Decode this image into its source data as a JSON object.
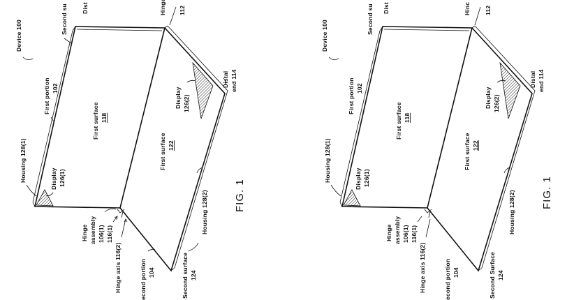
{
  "labels": {
    "device": "Device 100",
    "second_surface_top": "Second su",
    "distal_top": "Dist",
    "hinge_top": "Hinge",
    "hinge_num_top": "112",
    "first_portion": "First portion",
    "first_portion_num": "102",
    "first_surface_118": "First surface",
    "num_118": "118",
    "display_126_2": "Display",
    "num_126_2": "126(2)",
    "distal_end": "Distal",
    "distal_end_num": "end 114",
    "first_surface_122": "First surface",
    "num_122": "122",
    "housing_128_1": "Housing 128(1)",
    "display_126_1": "Display",
    "num_126_1": "126(1)",
    "housing_128_2": "Housing 128(2)",
    "fig": "FIG. 1",
    "hinge_assembly": "Hinge",
    "hinge_assembly_2": "assembly",
    "hinge_assembly_num": "106(1)",
    "hinge_axis_116_1": "116(1)",
    "hinge_axis": "Hinge axis 116(2)",
    "second_portion": "econd portion",
    "second_portion_num": "104",
    "second_surface": "Second surface",
    "second_surface_num": "124"
  },
  "labels_right": {
    "device": "Device 100",
    "second_surface_top": "Second su",
    "distal_top": "Dist",
    "hinge_top": "Hinc",
    "hinge_num_top": "112",
    "first_portion": "First portion",
    "first_portion_num": "102",
    "first_surface_118": "First surface",
    "num_118": "118",
    "display_126_2": "Display",
    "num_126_2": "126(2)",
    "distal_end": "Distal",
    "distal_end_num": "end 114",
    "first_surface_122": "First surface",
    "num_122": "122",
    "housing_128_1": "Housing 128(1)",
    "display_126_1": "Display",
    "num_126_1": "126(1)",
    "housing_128_2": "Housing 128(2)",
    "fig": "FIG. 1",
    "hinge_assembly": "Hinge",
    "hinge_assembly_2": "assembly",
    "hinge_assembly_num": "106(1)",
    "hinge_axis_116_1": "116(1)",
    "hinge_axis": "Hinge axis 116(2)",
    "second_portion": "econd portion",
    "second_portion_num": "104",
    "second_surface": "Second Surface",
    "second_surface_num": "124"
  }
}
